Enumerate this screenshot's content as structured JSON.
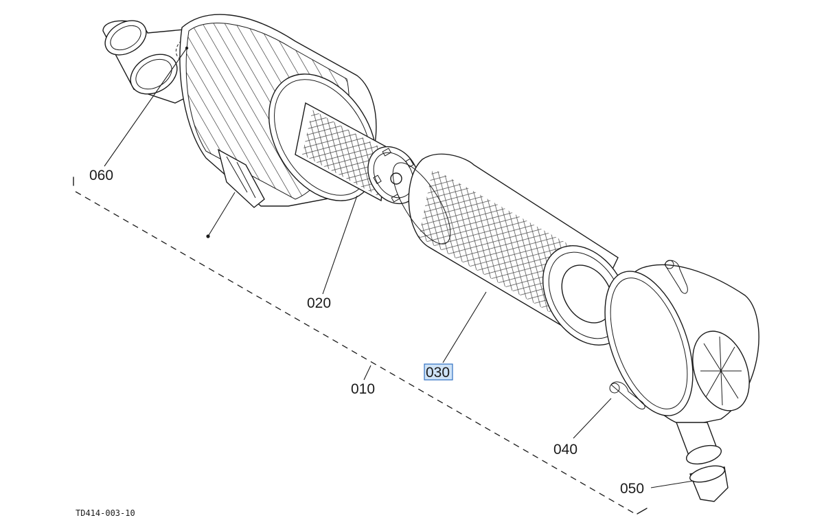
{
  "diagram": {
    "drawing_id": "TD414-003-10",
    "callouts": {
      "p010": "010",
      "p020": "020",
      "p030": "030",
      "p040": "040",
      "p050": "050",
      "p060": "060"
    },
    "highlighted_callout": "030"
  }
}
